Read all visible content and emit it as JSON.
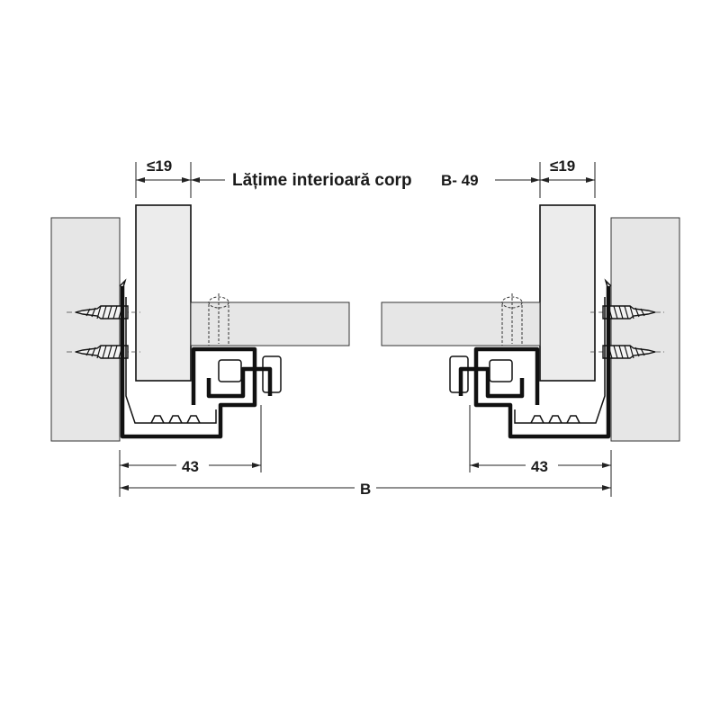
{
  "labels": {
    "top_left_dim": "≤19",
    "top_center_dim_text": "Lățime interioară corp",
    "top_center_dim_value": "B- 49",
    "top_right_dim": "≤19",
    "bottom_left_dim": "43",
    "bottom_right_dim": "43",
    "overall_dim": "B"
  }
}
